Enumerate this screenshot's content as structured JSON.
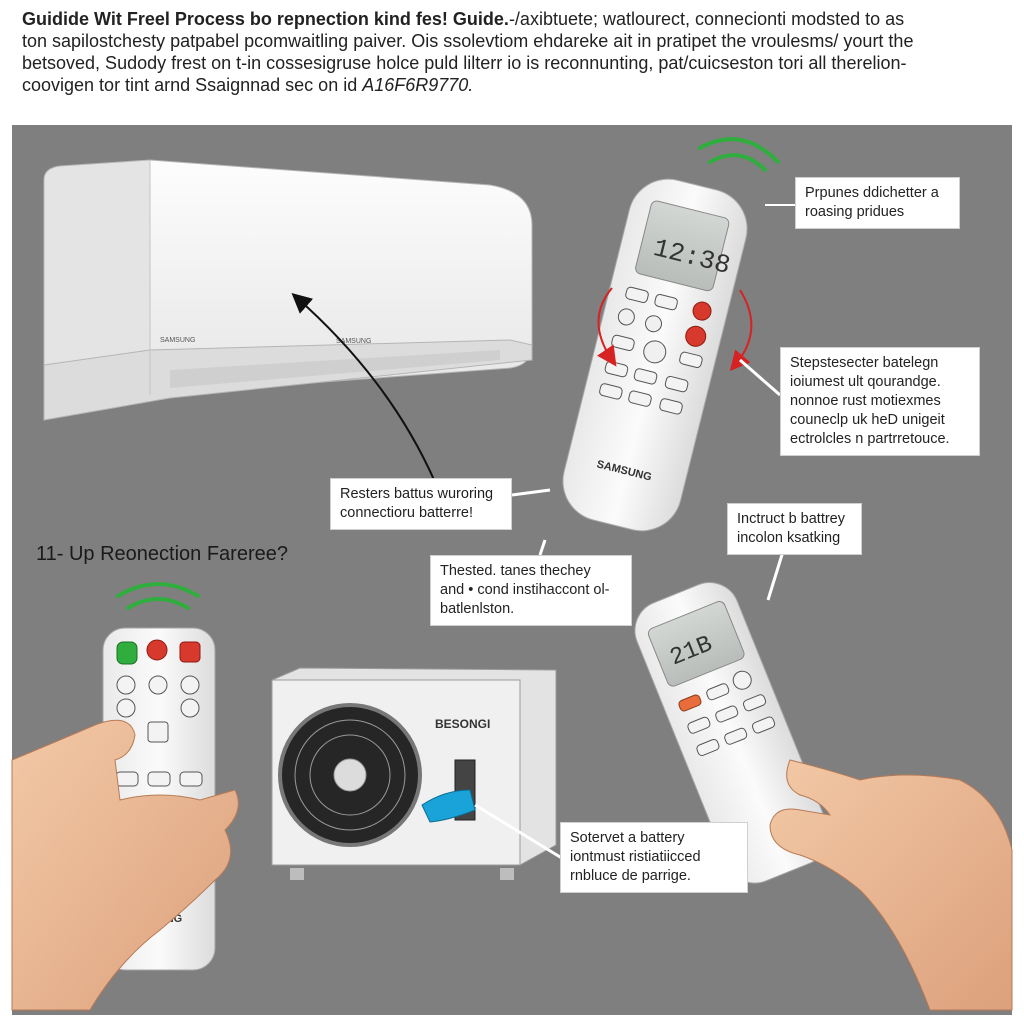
{
  "header": {
    "line1_bold": "Guidide Wit Freel Process bo repnection kind fes! Guide.",
    "line1_rest": "-/axibtuete; watlourect, connecionti modsted to as",
    "line2": "ton sapilostchesty patpabel pcomwaitling paiver.  Ois ssolevtiom ehdareke ait in pratipet the vroulesms/ yourt the",
    "line3": "betsoved, Sudody frest on t-in cossesigruse holce puld lilterr io is reconnunting, pat/cuicseston tori all therelion-",
    "line4_prefix": "coovigen tor tint arnd Ssaignnad sec on id ",
    "line4_code": "A16F6R9770."
  },
  "step_title": "11- Up Reonection Fareree?",
  "brand": {
    "ac_logo_left": "SAMSUNG",
    "ac_logo_center": "SAMSUNG",
    "remote_main": "SAMSUNG",
    "remote_left": "SAMSUNG",
    "outdoor_badge": "BESONGI"
  },
  "displays": {
    "main_remote": "12:38",
    "right_remote": "21B"
  },
  "callouts": {
    "top_right": [
      "Prpunes ddichetter a",
      "roasing pridues"
    ],
    "mid_right": [
      "Stepstesecter batelegn",
      "ioiumest ult qourandge.",
      "nonnoe rust motiexmes",
      "couneclp uk heD unigeit",
      "ectrolcles n partrretouce."
    ],
    "restore": [
      "Resters battus wuroring",
      "connectioru batterre!"
    ],
    "center": [
      "Thested. tanes thechey",
      "and • cond instihaccont ol-",
      "batlenlston."
    ],
    "right_small": [
      "Inctruct b battrey",
      "incolon ksatking"
    ],
    "bottom": [
      "Sotervet a battery",
      "iontmust ristiatiicced",
      "rnbluce de parrige."
    ]
  },
  "colors": {
    "background_panel": "#7f7f80",
    "signal_green": "#2fae3d",
    "rotate_arrow_red": "#d62222",
    "cable_blue": "#1aa3d8"
  },
  "icons": [
    "signal-waves-icon",
    "rotate-arrow-icon",
    "pointer-arrow-icon"
  ]
}
